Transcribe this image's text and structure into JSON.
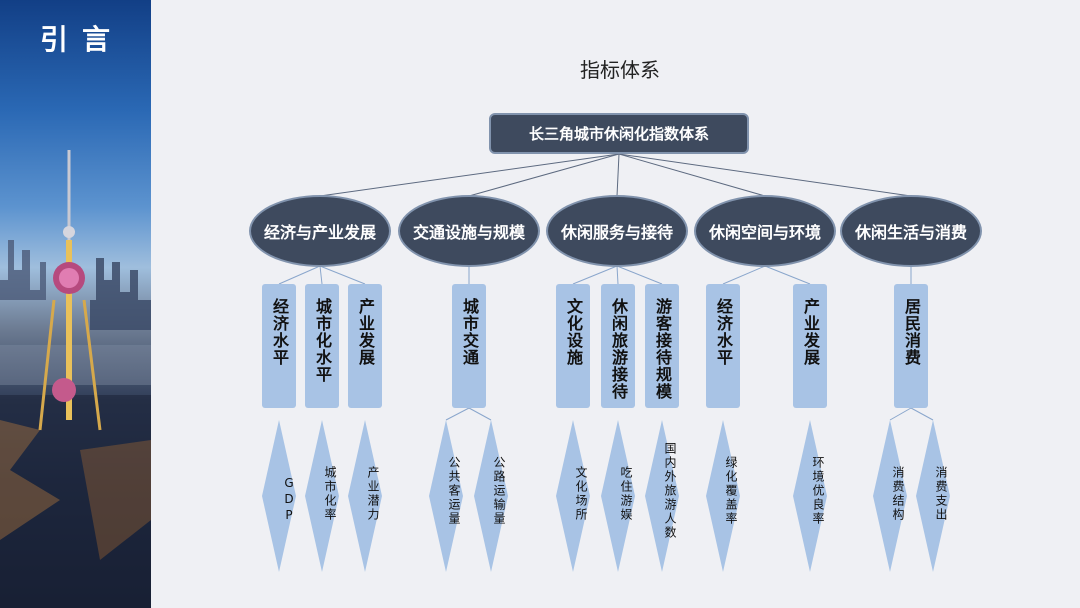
{
  "sidebar": {
    "title": "引言"
  },
  "diagram": {
    "title": "指标体系",
    "root": "长三角城市休闲化指数体系",
    "categories": [
      {
        "label": "经济与产业发展",
        "subs": [
          {
            "label": "经济水平",
            "leaves": [
              "GDP"
            ]
          },
          {
            "label": "城市化水平",
            "leaves": [
              "城市化率"
            ]
          },
          {
            "label": "产业发展",
            "leaves": [
              "产业潜力"
            ]
          }
        ]
      },
      {
        "label": "交通设施与规模",
        "subs": [
          {
            "label": "城市交通",
            "leaves": [
              "公共客运量",
              "公路运输量"
            ]
          }
        ]
      },
      {
        "label": "休闲服务与接待",
        "subs": [
          {
            "label": "文化设施",
            "leaves": [
              "文化场所"
            ]
          },
          {
            "label": "休闲旅游接待",
            "leaves": [
              "吃住游娱"
            ]
          },
          {
            "label": "游客接待规模",
            "leaves": [
              "国内外旅游人数"
            ]
          }
        ]
      },
      {
        "label": "休闲空间与环境",
        "subs": [
          {
            "label": "经济水平",
            "leaves": [
              "绿化覆盖率"
            ]
          },
          {
            "label": "产业发展",
            "leaves": [
              "环境优良率"
            ]
          }
        ]
      },
      {
        "label": "休闲生活与消费",
        "subs": [
          {
            "label": "居民消费",
            "leaves": [
              "消费结构",
              "消费支出"
            ]
          }
        ]
      }
    ]
  },
  "colors": {
    "node_dark": "#3e4a5e",
    "node_border": "#8193ad",
    "sub_fill": "#a8c3e5",
    "leaf_fill": "#a8c3e5",
    "background": "#eff0f4"
  }
}
